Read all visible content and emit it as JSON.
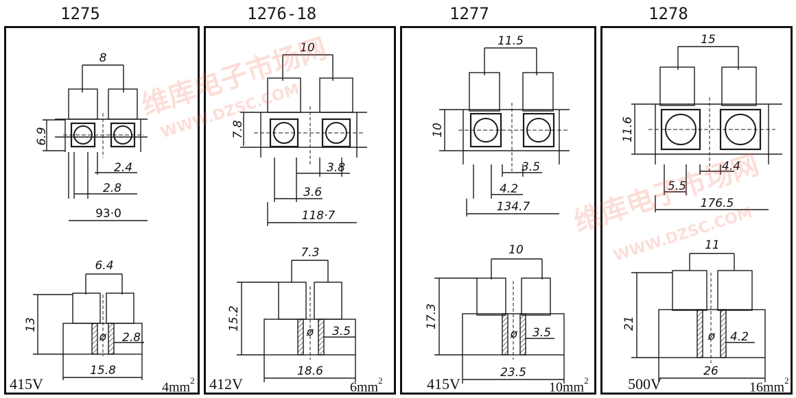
{
  "panels": [
    {
      "model": "1275",
      "voltage": "415V",
      "area": "4mm",
      "area_exp": "2",
      "top_dims": {
        "pitch": "8",
        "height": "6.9",
        "hole": "2.4",
        "screw": "2.8",
        "length": "93·0"
      },
      "bottom_dims": {
        "pitch": "6.4",
        "height": "13",
        "phi": "ø",
        "hole": "2.8",
        "width": "15.8"
      }
    },
    {
      "model": "1276-18",
      "voltage": "412V",
      "area": "6mm",
      "area_exp": "2",
      "top_dims": {
        "pitch": "10",
        "height": "7.8",
        "hole": "3.8",
        "screw": "3.6",
        "length": "118·7"
      },
      "bottom_dims": {
        "pitch": "7.3",
        "height": "15.2",
        "phi": "ø",
        "hole": "3.5",
        "width": "18.6"
      }
    },
    {
      "model": "1277",
      "voltage": "415V",
      "area": "10mm",
      "area_exp": "2",
      "top_dims": {
        "pitch": "11.5",
        "height": "10",
        "hole": "3.5",
        "screw": "4.2",
        "length": "134.7"
      },
      "bottom_dims": {
        "pitch": "10",
        "height": "17.3",
        "phi": "ø",
        "hole": "3.5",
        "width": "23.5"
      }
    },
    {
      "model": "1278",
      "voltage": "500V",
      "area": "16mm",
      "area_exp": "2",
      "top_dims": {
        "pitch": "15",
        "height": "11.6",
        "hole": "4.4",
        "screw": "5.5",
        "length": "176.5"
      },
      "bottom_dims": {
        "pitch": "11",
        "height": "21",
        "phi": "ø",
        "hole": "4.2",
        "width": "26"
      }
    }
  ],
  "watermark": {
    "text": "维库电子市场网",
    "url": "WWW.DZSC.COM",
    "accent": "#f05a3c"
  }
}
